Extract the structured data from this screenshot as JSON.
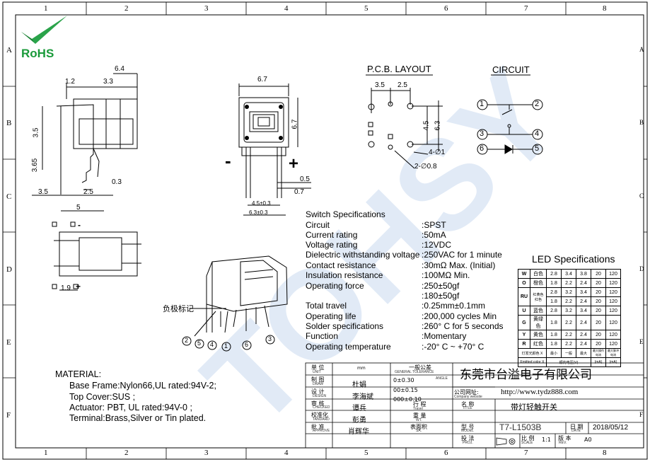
{
  "grid": {
    "columns": [
      "1",
      "2",
      "3",
      "4",
      "5",
      "6",
      "7",
      "8"
    ],
    "rows": [
      "A",
      "B",
      "C",
      "D",
      "E",
      "F"
    ]
  },
  "logo": {
    "text": "RoHS",
    "color": "#1a9a3a"
  },
  "watermark": {
    "text": "TOHSY",
    "color": "#bcd3ee"
  },
  "headings": {
    "pcb_layout": "P.C.B. LAYOUT",
    "circuit": "CIRCUIT",
    "led_specs": "LED Specifications",
    "neg_mark": "负极标记"
  },
  "side_view_dims": {
    "d64": "6.4",
    "d12": "1.2",
    "d33": "3.3",
    "d35": "3.5",
    "d365": "3.65",
    "d35b": "3.5",
    "d25": "2.5",
    "d03": "0.3",
    "d5": "5"
  },
  "front_view_dims": {
    "d67": "6.7",
    "d67v": "6.7",
    "d05": "0.5",
    "d07": "0.7",
    "d45": "4.5±0.3",
    "d63": "6.3±0.3",
    "minus": "-",
    "plus": "+"
  },
  "pcb_dims": {
    "d35": "3.5",
    "d25": "2.5",
    "d45": "4.5",
    "d63": "6.3",
    "hole4": "4-∅1",
    "hole2": "2-∅0.8"
  },
  "bottom_view_dims": {
    "d19": "1.9",
    "plus": "+",
    "minus": "-"
  },
  "pins": {
    "p1": "1",
    "p2": "2",
    "p3": "3",
    "p4": "4",
    "p5": "5",
    "p6": "6"
  },
  "switch_specs": {
    "title": "Switch Specifications",
    "rows": [
      {
        "label": "Circuit",
        "value": ":SPST"
      },
      {
        "label": "Current rating",
        "value": ":50mA"
      },
      {
        "label": "Voltage rating",
        "value": ":12VDC"
      },
      {
        "label": "Dielectric withstanding voltage",
        "value": ":250VAC for 1 minute"
      },
      {
        "label": "Contact resistance",
        "value": ":30mΩ   Max. (Initial)"
      },
      {
        "label": "Insulation resistance",
        "value": ":100MΩ   Min."
      },
      {
        "label": "Operating force",
        "value": ":250±50gf"
      },
      {
        "label": "",
        "value": ":180±50gf"
      },
      {
        "label": "Total travel",
        "value": ":0.25mm±0.1mm"
      },
      {
        "label": "Operating life",
        "value": ":200,000 cycles Min"
      },
      {
        "label": "Solder specifications",
        "value": ":260° C for 5 seconds"
      },
      {
        "label": "Function",
        "value": ":Momentary"
      },
      {
        "label": "Operating temperature",
        "value": ":-20° C ~ +70° C"
      }
    ]
  },
  "led_table": {
    "rows": [
      [
        "W",
        "白色",
        "2.8",
        "3.4",
        "3.8",
        "20",
        "120"
      ],
      [
        "O",
        "橙色",
        "1.8",
        "2.2",
        "2.4",
        "20",
        "120"
      ],
      [
        "RU",
        "红黄色 红色",
        "2.8",
        "3.2",
        "3.4",
        "20",
        "120"
      ],
      [
        "",
        "",
        "1.8",
        "2.2",
        "2.4",
        "20",
        "120"
      ],
      [
        "U",
        "蓝色",
        "2.8",
        "3.2",
        "3.4",
        "20",
        "120"
      ],
      [
        "G",
        "黄绿色",
        "1.8",
        "2.2",
        "2.4",
        "20",
        "120"
      ],
      [
        "Y",
        "黄色",
        "1.8",
        "2.2",
        "2.4",
        "20",
        "120"
      ],
      [
        "R",
        "红色",
        "1.8",
        "2.2",
        "2.4",
        "20",
        "120"
      ]
    ],
    "footer": [
      "灯发光颜色 X",
      "最小",
      "一般",
      "最大",
      "最大操作电流",
      "最大脉冲电流"
    ],
    "footer2": [
      "Emitted color X",
      "顺向电压(V)",
      "(mA)",
      "(mA)"
    ]
  },
  "material": {
    "title": "MATERIAL:",
    "lines": [
      "Base Frame:Nylon66,UL rated:94V-2;",
      "Top Cover:SUS ;",
      "Actuator: PBT, UL rated:94V-0 ;",
      "Terminal:Brass,Silver or Tin plated."
    ]
  },
  "title_block": {
    "unit_cn": "单 位",
    "unit_en": "UNIT",
    "unit_val": "mm",
    "tol_cn": "一般公差",
    "tol_en": "GENERAL TOLERANCE",
    "angle": "ANGLE",
    "tol1": "0±0.30",
    "tol2": "00±0.15",
    "tol3": "000±0.10",
    "draw_cn": "制 图",
    "draw_en": "DRAW",
    "draw_val": "杜娟",
    "design_cn": "设 计",
    "design_en": "DESIGN",
    "design_val": "李海斌",
    "check_cn": "审 核",
    "check_en": "CHECKED",
    "check_val": "谭兵",
    "std_cn": "校准化",
    "std_en": "TANDARD",
    "std_val": "彭勇",
    "appr_cn": "批 准",
    "appr_en": "APPROVE",
    "appr_val": "肖辉华",
    "travel_cn": "行 程",
    "travel_en": "Travel",
    "wt_cn": "重 量",
    "wt_en": "WT.",
    "sa_cn": "表面积",
    "sa_en": "SA.",
    "company": "东莞市台溢电子有限公司",
    "web_cn": "公司网址:",
    "web_en": "Company website",
    "web": "http://www.tydz888.com",
    "title_cn": "名 称",
    "title_en": "TITLE",
    "title_val": "带灯轻触开关",
    "model_cn": "型 号",
    "model_en": "MODEL",
    "model_val": "T7-L1503B",
    "date_cn": "日 期",
    "date_en": "DATE",
    "date_val": "2018/05/12",
    "proj_cn": "投 法",
    "proj_en": "PROJ.",
    "scale_cn": "比 例",
    "scale_en": "SCALE",
    "scale_val": "1:1",
    "rev_cn": "版 本",
    "rev_en": "REV.",
    "rev_val": "A0"
  }
}
